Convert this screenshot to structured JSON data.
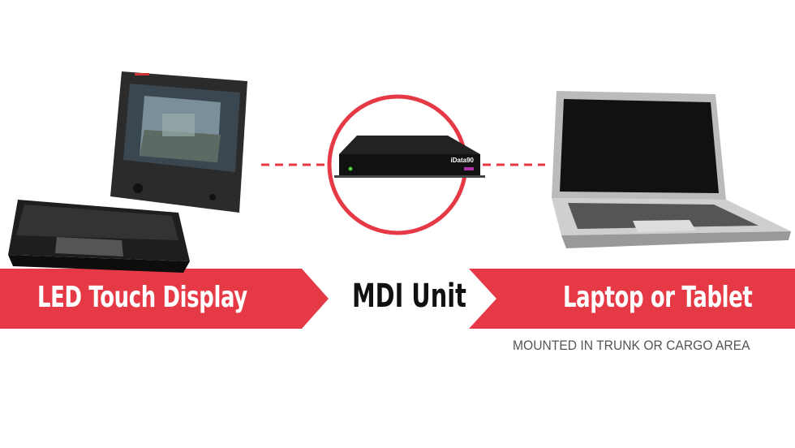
{
  "labels": {
    "left_banner": "LED Touch Display",
    "center": "MDI Unit",
    "right_banner": "Laptop or Tablet",
    "caption": "MOUNTED IN TRUNK OR CARGO AREA"
  },
  "device_logo": "iData90",
  "colors": {
    "accent_red": "#e63946",
    "text_dark": "#111111",
    "caption_gray": "#555555"
  }
}
